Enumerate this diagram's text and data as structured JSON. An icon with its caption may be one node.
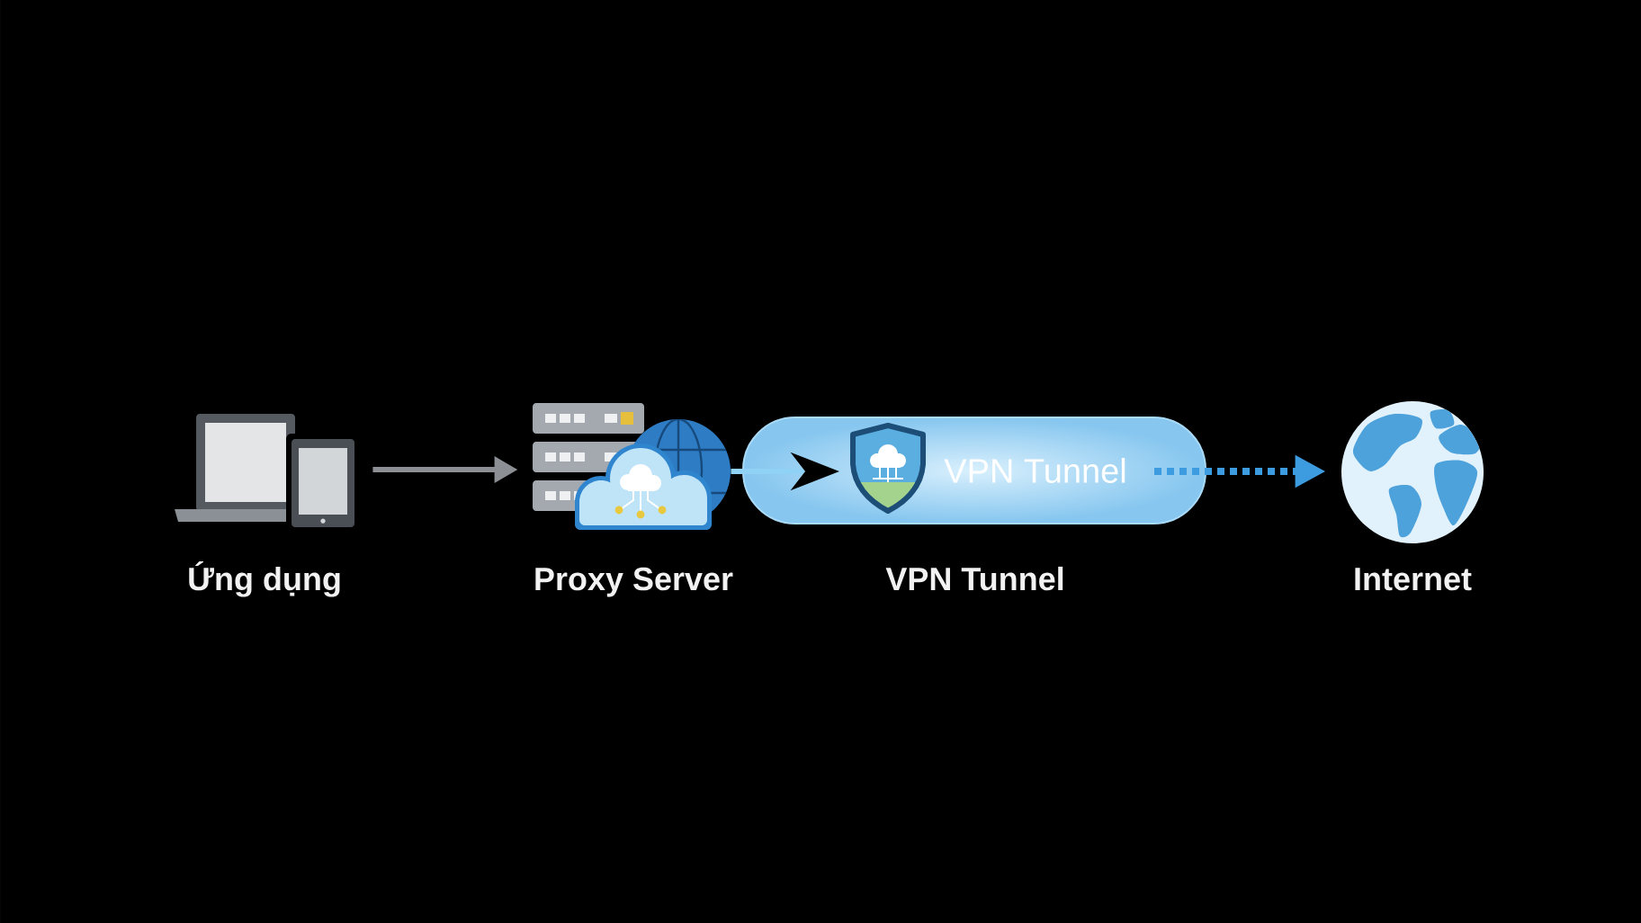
{
  "diagram": {
    "nodes": [
      {
        "text": [],
        "shape": "picture",
        "beside": [
          "Ứng dụng"
        ]
      },
      {
        "text": [],
        "shape": "picture",
        "beside": [
          "Proxy Server"
        ]
      },
      {
        "text": [
          "VPN Tunnel"
        ],
        "beside": [
          "VPN Tunnel"
        ]
      },
      {
        "text": [],
        "shape": "picture",
        "beside": [
          "Internet"
        ]
      }
    ],
    "edges": [
      {
        "from": 0,
        "to": 1,
        "arrow": "to",
        "color": "#8c8f94"
      },
      {
        "from": 1,
        "to": 2,
        "arrow": "to",
        "color": "#8fd2f6"
      },
      {
        "from": 2,
        "to": 3,
        "arrow": "to",
        "style": "dashed",
        "color": "#3d9be0"
      }
    ]
  }
}
